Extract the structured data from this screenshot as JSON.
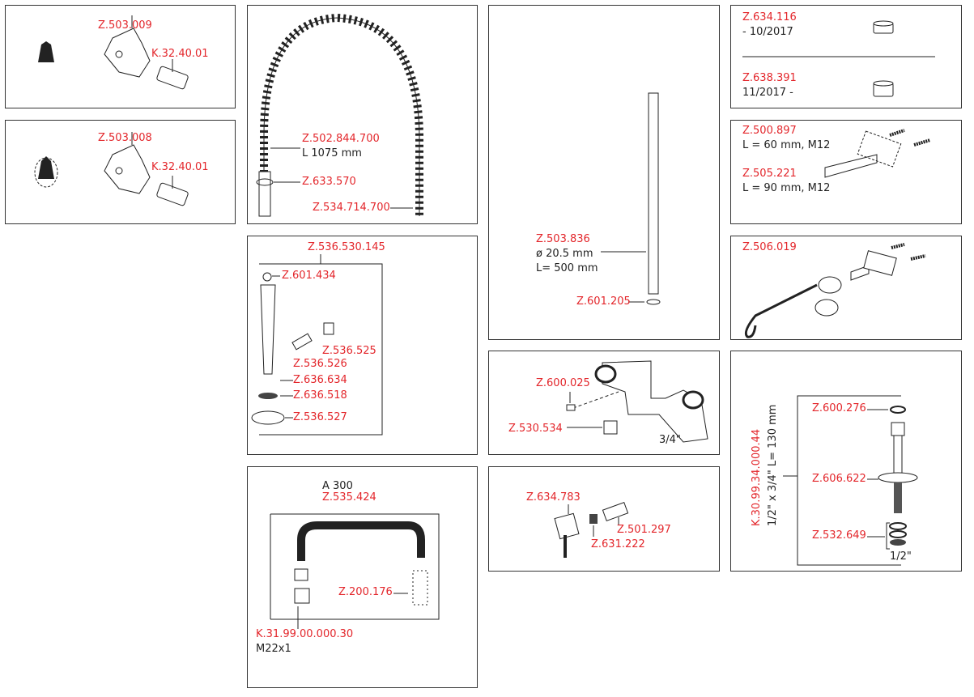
{
  "panels": {
    "p1": {
      "part": "Z.503.009",
      "cartridge": "K.32.40.01"
    },
    "p2": {
      "part": "Z.503.008",
      "cartridge": "K.32.40.01"
    },
    "p3": {
      "hose": "Z.502.844.700",
      "hose_length": "L 1075 mm",
      "ring": "Z.633.570",
      "spring": "Z.534.714.700"
    },
    "p4": {
      "set": "Z.536.530.145",
      "a": "Z.601.434",
      "b": "Z.536.525",
      "c": "Z.536.526",
      "d": "Z.636.634",
      "e": "Z.636.518",
      "f": "Z.536.527"
    },
    "p5": {
      "model": "A 300",
      "spout": "Z.535.424",
      "ring_set": "Z.200.176",
      "adapter": "K.31.99.00.000.30",
      "thread": "M22x1"
    },
    "p6": {
      "tube": "Z.503.836",
      "diameter": "ø 20.5 mm",
      "length": "L= 500 mm",
      "oring": "Z.601.205"
    },
    "p7": {
      "screw": "Z.600.025",
      "sleeve": "Z.530.534",
      "size": "3/4\""
    },
    "p8": {
      "lever": "Z.634.783",
      "cartridge": "Z.501.297",
      "screw": "Z.631.222"
    },
    "p9": {
      "old_part": "Z.634.116",
      "old_range": "- 10/2017",
      "new_part": "Z.638.391",
      "new_range": "11/2017 -"
    },
    "p10": {
      "short": "Z.500.897",
      "short_spec": "L = 60 mm, M12",
      "long": "Z.505.221",
      "long_spec": "L = 90 mm, M12"
    },
    "p11": {
      "hook": "Z.506.019"
    },
    "p12": {
      "set": "K.30.99.34.000.44",
      "set_spec": "1/2\" x 3/4\" L= 130 mm",
      "washer": "Z.600.276",
      "pipe": "Z.606.622",
      "nut": "Z.532.649",
      "size": "1/2\""
    }
  },
  "colors": {
    "label_red": "#e3262b",
    "border": "#333333"
  }
}
